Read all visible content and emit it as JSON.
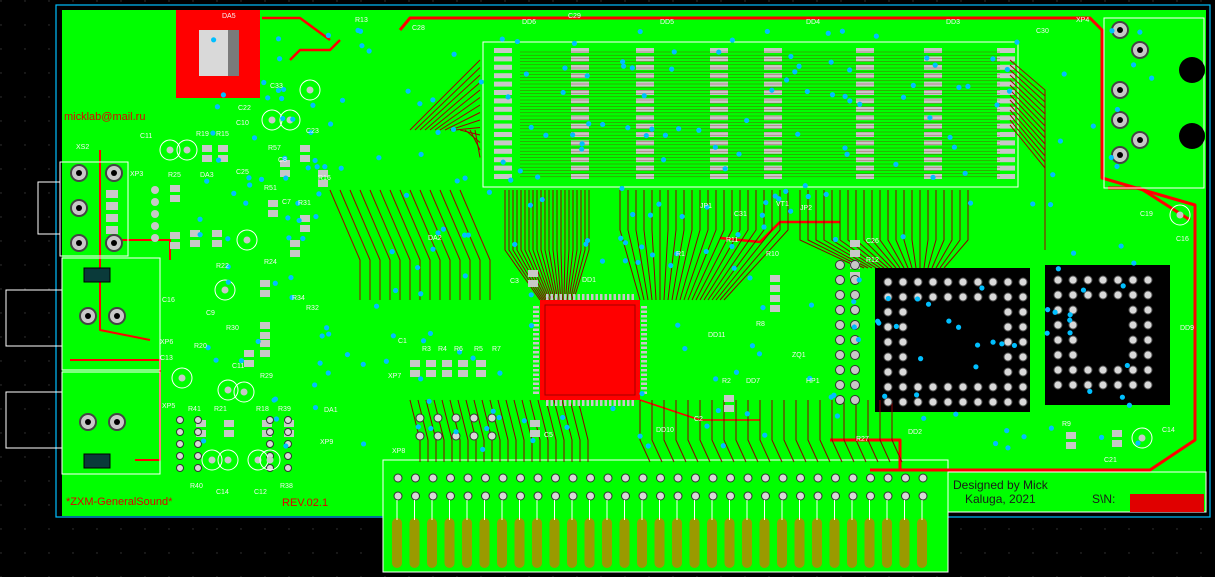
{
  "window": {
    "title": ""
  },
  "board": {
    "email": "micklab@mail.ru",
    "project": "*ZXM-GeneralSound*",
    "revision": "REV.02.1",
    "designed_by": "Designed  by Mick",
    "location": "Kaluga, 2021",
    "sn_label": "S\\N:"
  },
  "colors": {
    "board": "#00ff00",
    "copper_top": "#ff0000",
    "copper_bottom": "#8b0000",
    "silk": "#ffffff",
    "via": "#00bfff",
    "pad": "#c8c8c8",
    "gold": "#9a9a00",
    "outline": "#00bfff"
  },
  "labels": {
    "DA5": "DA5",
    "R13": "R13",
    "C28": "C28",
    "C29": "C29",
    "DD6": "DD6",
    "DD5": "DD5",
    "DD4": "DD4",
    "DD3": "DD3",
    "C30": "C30",
    "XP4": "XP4",
    "C33": "C33",
    "C22": "C22",
    "C10": "C10",
    "C23": "C23",
    "C11": "C11",
    "R19": "R19",
    "R15": "R15",
    "C8": "C8",
    "R57": "R57",
    "R16": "R16",
    "XS2": "XS2",
    "XP3": "XP3",
    "R25": "R25",
    "DA3": "DA3",
    "C25": "C25",
    "R51": "R51",
    "R31": "R31",
    "C7": "C7",
    "R1": "R1",
    "JP1": "JP1",
    "C31": "C31",
    "VT1": "VT1",
    "JP2": "JP2",
    "C19": "C19",
    "C16r": "C16",
    "R11": "R11",
    "C26": "C26",
    "R12": "R12",
    "R10": "R10",
    "DA2": "DA2",
    "C3": "C3",
    "DD1": "DD1",
    "R22": "R22",
    "R24": "R24",
    "C16": "C16",
    "C9": "C9",
    "R32": "R32",
    "R34": "R34",
    "C1": "C1",
    "R3": "R3",
    "R4": "R4",
    "R5": "R5",
    "R8": "R8",
    "DD11": "DD11",
    "ZQ1": "ZQ1",
    "DD9": "DD9",
    "C13": "C13",
    "XP6": "XP6",
    "R20": "R20",
    "C11b": "C11",
    "R29": "R29",
    "XP7": "XP7",
    "R2": "R2",
    "DD7": "DD7",
    "HP1": "HP1",
    "XP5": "XP5",
    "R41": "R41",
    "R21": "R21",
    "R18": "R18",
    "R39": "R39",
    "XP9": "XP9",
    "DA1": "DA1",
    "C2": "C2",
    "DD10": "DD10",
    "C5": "C5",
    "R27": "R27",
    "DD2": "DD2",
    "R9": "R9",
    "C21": "C21",
    "C14": "C14",
    "R40": "R40",
    "C14b": "C14",
    "C12": "C12",
    "R38": "R38",
    "XP8": "XP8",
    "R30": "R30",
    "R6": "R6",
    "R7": "R7"
  }
}
